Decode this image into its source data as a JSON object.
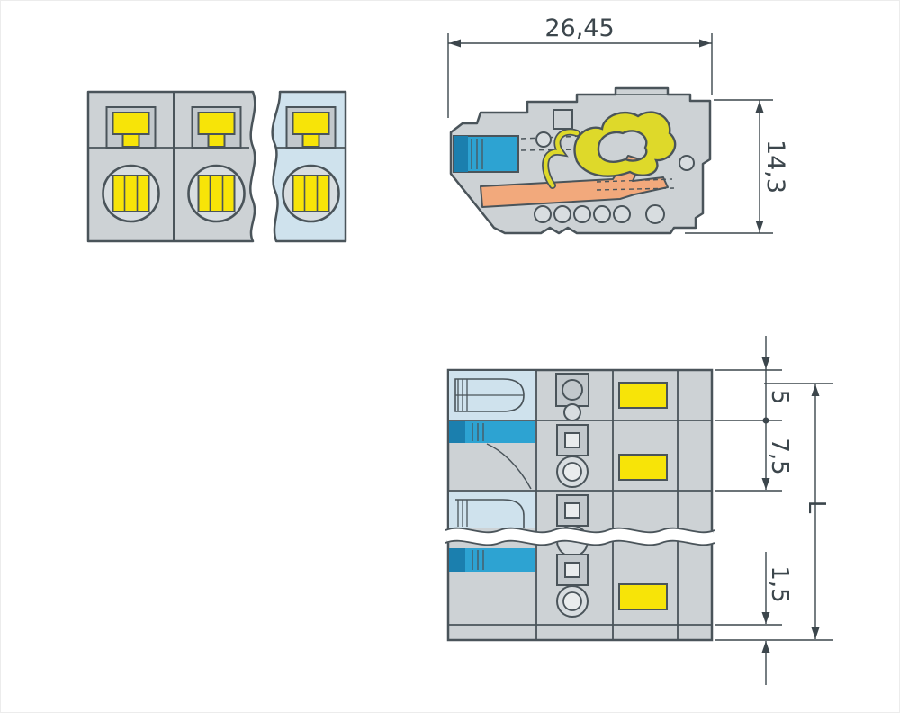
{
  "dimensions": {
    "overall_width": "26,45",
    "overall_height": "14,3",
    "end_offset": "5",
    "pole_pitch": "7,5",
    "edge_gap": "1,5",
    "total_length": "L"
  },
  "colors": {
    "bg": "#ffffff",
    "body": "#cdd2d5",
    "body2": "#c2c8cc",
    "body3": "#d8dde0",
    "light": "#e9eced",
    "pale_blue": "#cfe2ed",
    "blue": "#2da3d2",
    "blue_dark": "#1b7fae",
    "yellow": "#f7e408",
    "orange": "#f2a97c",
    "spring": "#ded92a",
    "outline": "#4a545a",
    "dim": "#3c464c"
  }
}
